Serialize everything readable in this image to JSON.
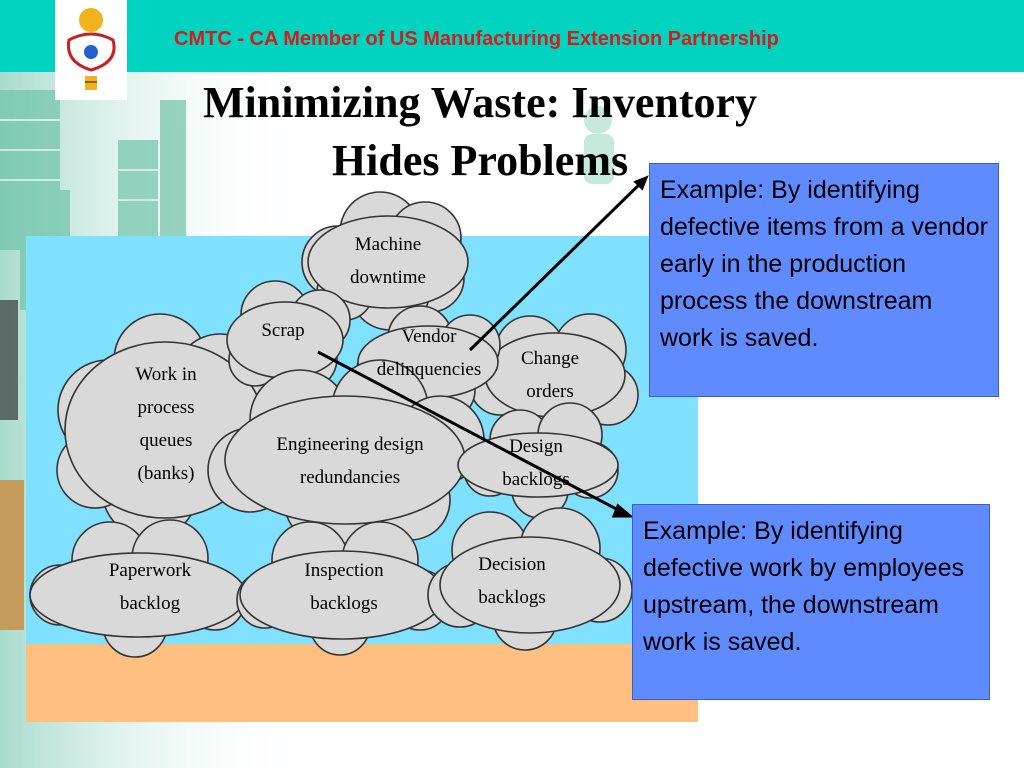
{
  "header": {
    "org_text": "CMTC - CA Member of US Manufacturing Extension Partnership"
  },
  "title": {
    "line1": "Minimizing Waste: Inventory",
    "line2": "Hides Problems"
  },
  "clouds": {
    "machine_downtime": "Machine\ndowntime",
    "scrap": "Scrap",
    "vendor_delinquencies": "Vendor\ndelinquencies",
    "change_orders": "Change\norders",
    "work_in_process": "Work in\nprocess\nqueues\n(banks)",
    "engineering_design": "Engineering design\nredundancies",
    "design_backlogs": "Design\nbacklogs",
    "paperwork_backlog": "Paperwork\nbacklog",
    "inspection_backlogs": "Inspection\nbacklogs",
    "decision_backlogs": "Decision\nbacklogs"
  },
  "examples": {
    "vendor": "Example: By identifying defective items from a vendor early in the production process the downstream work is saved.",
    "employees": "Example: By identifying defective work by employees upstream, the downstream work is saved."
  },
  "colors": {
    "header_bar": "#00d4c0",
    "header_text": "#d21d1d",
    "water": "#7fe0ff",
    "sand": "#ffbf80",
    "cloud_fill": "#d9d9d9",
    "example_box": "#5f8bff"
  }
}
